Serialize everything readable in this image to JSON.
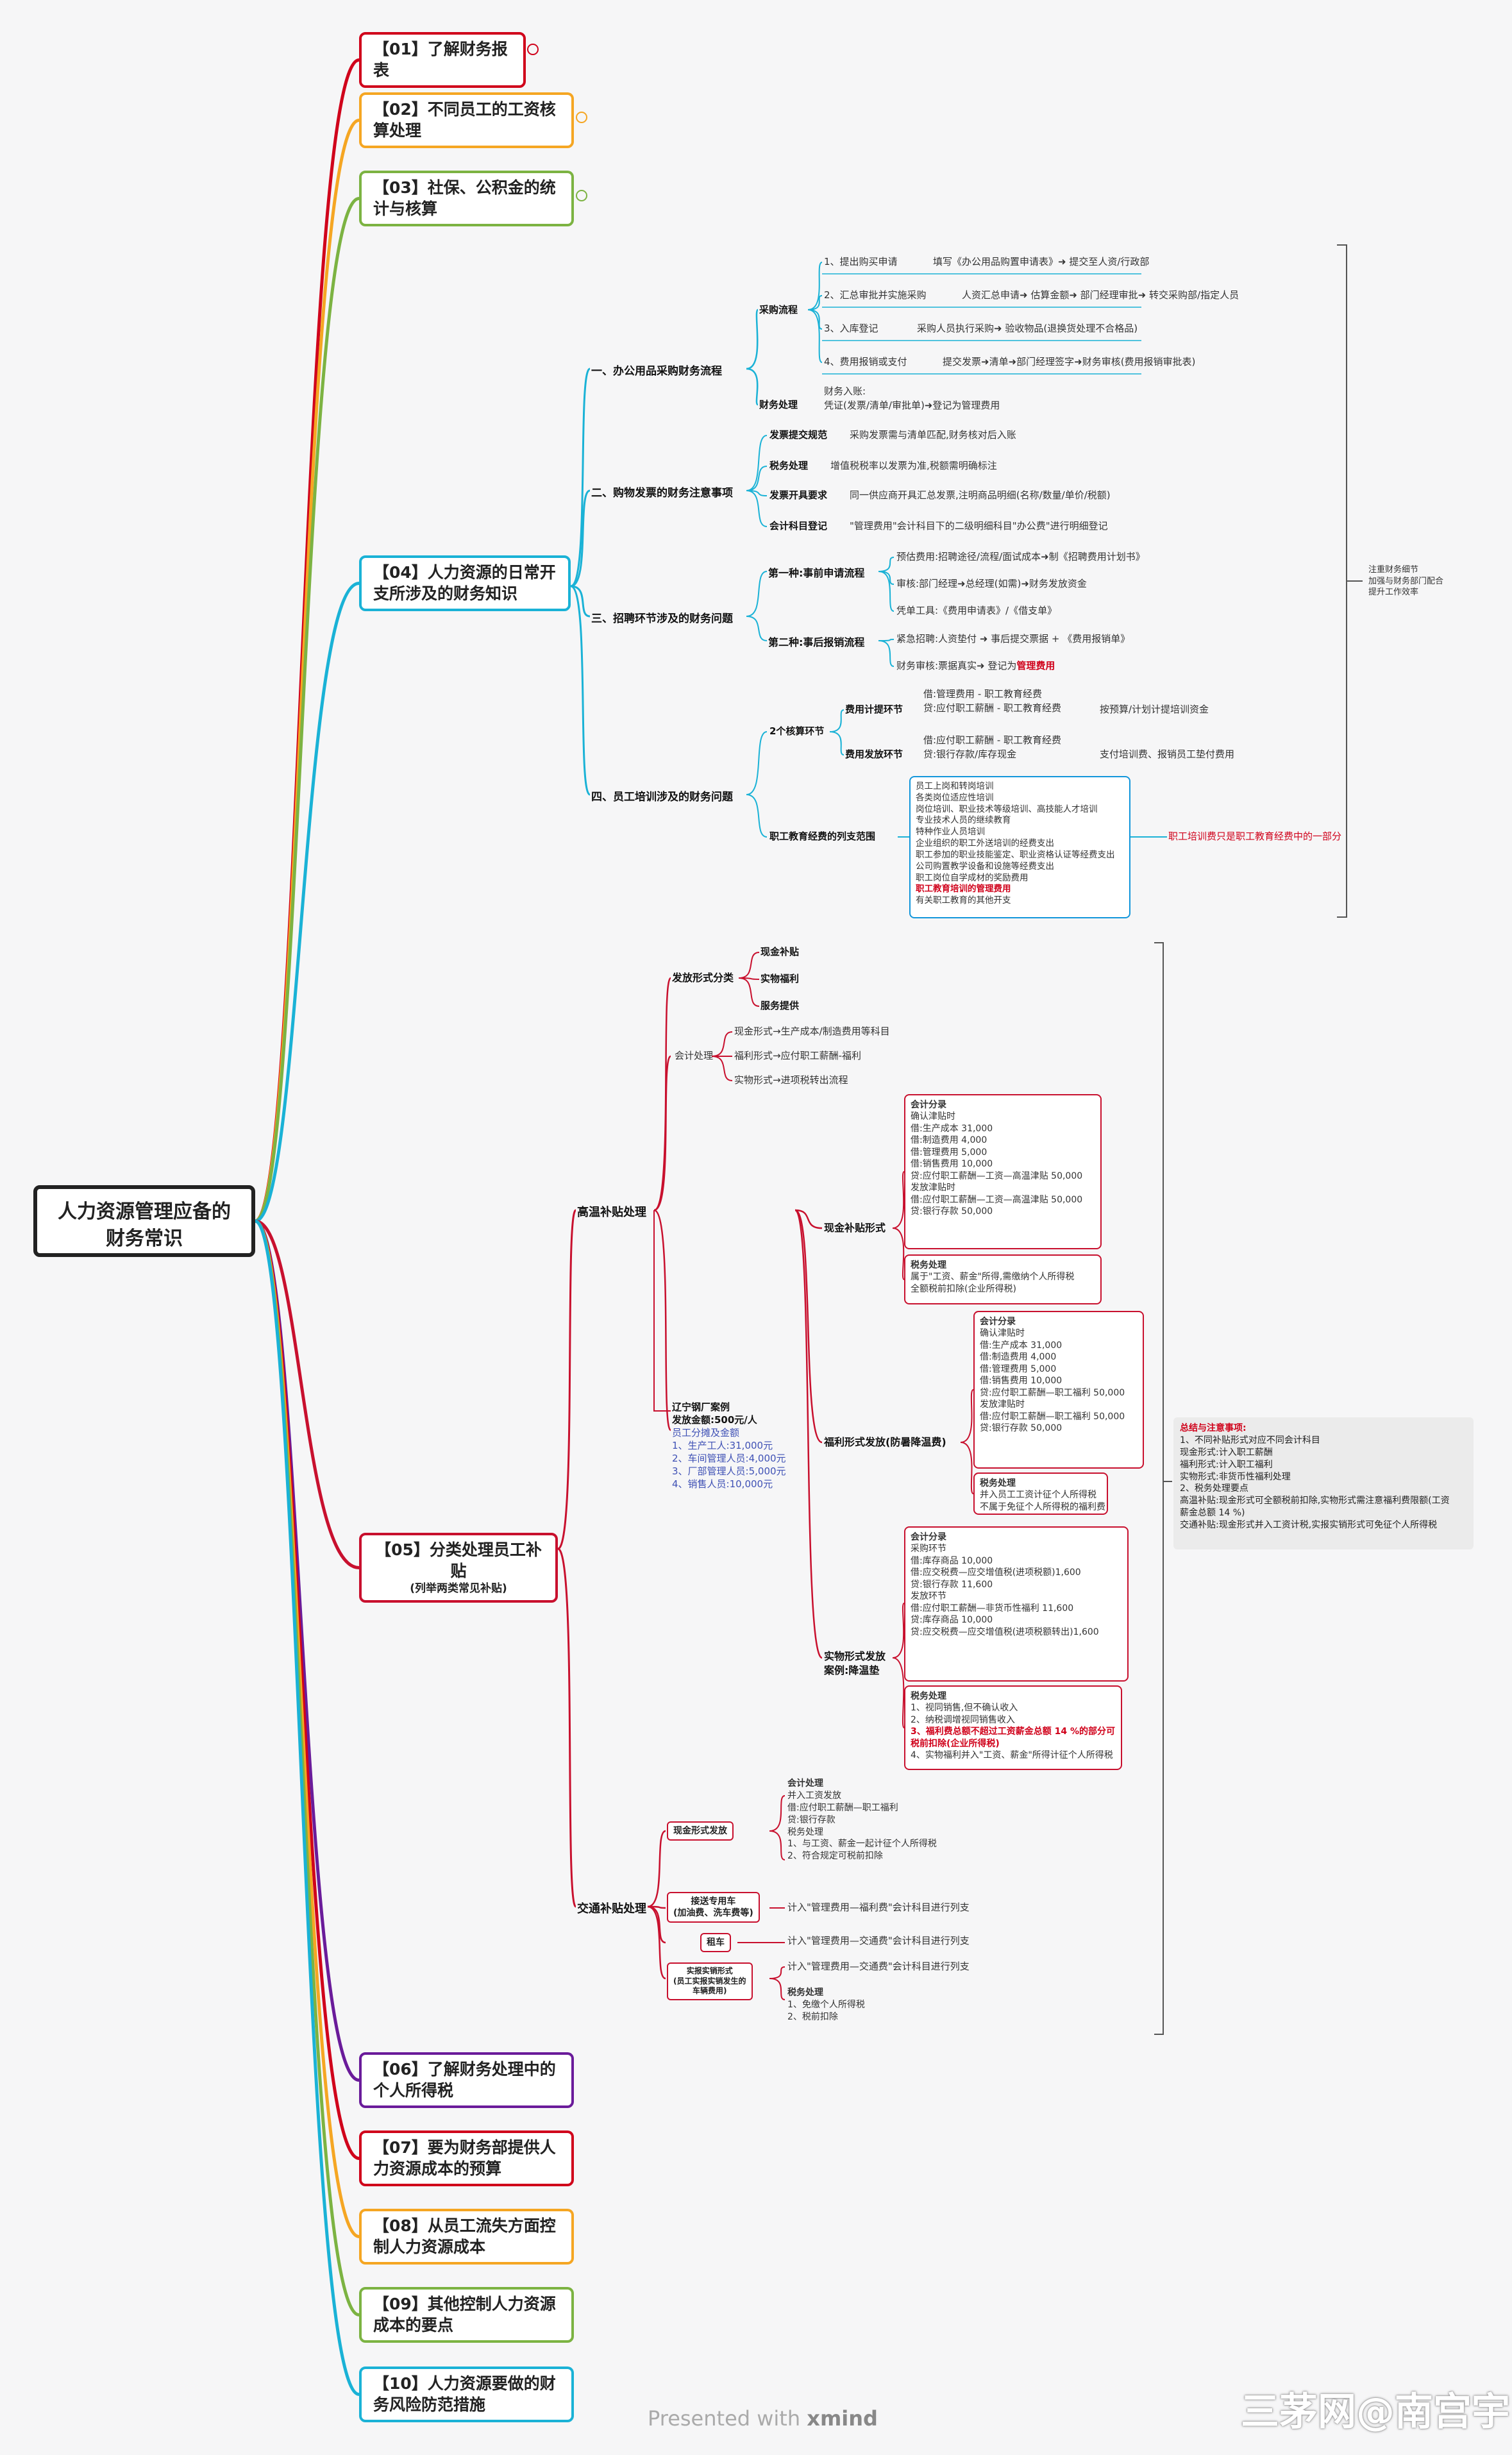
{
  "root": "人力资源管理应备的财务常识",
  "main": [
    {
      "label": "【01】了解财务报表",
      "color": "#d0021b"
    },
    {
      "label": "【02】不同员工的工资核算处理",
      "color": "#f5a623"
    },
    {
      "label": "【03】社保、公积金的统计与核算",
      "color": "#7cb342"
    },
    {
      "label": "【04】人力资源的日常开支所涉及的财务知识",
      "color": "#1ab2d6"
    },
    {
      "label": "【05】分类处理员工补贴",
      "sub": "(列举两类常见补贴)",
      "color": "#c8102e"
    },
    {
      "label": "【06】了解财务处理中的个人所得税",
      "color": "#6a1b9a"
    },
    {
      "label": "【07】要为财务部提供人力资源成本的预算",
      "color": "#d0021b"
    },
    {
      "label": "【08】从员工流失方面控制人力资源成本",
      "color": "#f5a623"
    },
    {
      "label": "【09】其他控制人力资源成本的要点",
      "color": "#7cb342"
    },
    {
      "label": "【10】人力资源要做的财务风险防范措施",
      "color": "#1ab2d6"
    }
  ],
  "b04": {
    "s1": "一、办公用品采购财务流程",
    "s1_purchase": "采购流程",
    "s1_finance": "财务处理",
    "s1_steps": [
      "1、提出购买申请",
      "2、汇总审批并实施采购",
      "3、入库登记",
      "4、费用报销或支付"
    ],
    "s1_details": [
      "填写《办公用品购置申请表》➜ 提交至人资/行政部",
      "人资汇总申请➜ 估算金额➜ 部门经理审批➜ 转交采购部/指定人员",
      "采购人员执行采购➜ 验收物品(退换货处理不合格品)",
      "提交发票➜清单➜部门经理签字➜财务审核(费用报销审批表)"
    ],
    "s1_fin_lines": [
      "财务入账:",
      "凭证(发票/清单/审批单)➜登记为管理费用"
    ],
    "s2": "二、购物发票的财务注意事项",
    "s2_items": [
      {
        "k": "发票提交规范",
        "v": "采购发票需与清单匹配,财务核对后入账"
      },
      {
        "k": "税务处理",
        "v": "增值税税率以发票为准,税额需明确标注"
      },
      {
        "k": "发票开具要求",
        "v": "同一供应商开具汇总发票,注明商品明细(名称/数量/单价/税额)"
      },
      {
        "k": "会计科目登记",
        "v": "\"管理费用\"会计科目下的二级明细科目\"办公费\"进行明细登记"
      }
    ],
    "s3": "三、招聘环节涉及的财务问题",
    "s3_first": "第一种:事前申请流程",
    "s3_first_items": [
      "预估费用:招聘途径/流程/面试成本➜制《招聘费用计划书》",
      "审核:部门经理➜总经理(如需)➜财务发放资金",
      "凭单工具:《费用申请表》/《借支单》"
    ],
    "s3_second": "第二种:事后报销流程",
    "s3_second_items": [
      "紧急招聘:人资垫付 ➜ 事后提交票据 + 《费用报销单》",
      "财务审核:票据真实➜ 登记为"
    ],
    "s3_red": "管理费用",
    "s4": "四、员工培训涉及的财务问题",
    "s4_two": "2个核算环节",
    "s4_accrue": "费用计提环节",
    "s4_accrue_lines": [
      "借:管理费用 - 职工教育经费",
      "贷:应付职工薪酬 - 职工教育经费"
    ],
    "s4_accrue_note": "按预算/计划计提培训资金",
    "s4_pay": "费用发放环节",
    "s4_pay_lines": [
      "借:应付职工薪酬 - 职工教育经费",
      "贷:银行存款/库存现金"
    ],
    "s4_pay_note": "支付培训费、报销员工垫付费用",
    "s4_scope_label": "职工教育经费的列支范围",
    "s4_scope": [
      "员工上岗和转岗培训",
      "各类岗位适应性培训",
      "岗位培训、职业技术等级培训、高技能人才培训",
      "专业技术人员的继续教育",
      "特种作业人员培训",
      "企业组织的职工外送培训的经费支出",
      "职工参加的职业技能鉴定、职业资格认证等经费支出",
      "公司购置教学设备和设施等经费支出",
      "职工岗位自学成材的奖励费用",
      "职工教育培训的管理费用",
      "有关职工教育的其他开支"
    ],
    "s4_scope_red_index": 9,
    "s4_scope_note": "职工培训费只是职工教育经费中的一部分",
    "side_note": [
      "注重财务细节",
      "加强与财务部门配合",
      "提升工作效率"
    ]
  },
  "b05": {
    "hi": "高温补贴处理",
    "form": "发放形式分类",
    "forms": [
      "现金补贴",
      "实物福利",
      "服务提供"
    ],
    "acct": "会计处理",
    "acct_items": [
      "现金形式→生产成本/制造费用等科目",
      "福利形式→应付职工薪酬-福利",
      "实物形式→进项税转出流程"
    ],
    "case_lines": [
      "辽宁钢厂案例",
      "发放金额:500元/人",
      "员工分摊及金额"
    ],
    "case_items": [
      "1、生产工人:31,000元",
      "2、车间管理人员:4,000元",
      "3、厂部管理人员:5,000元",
      "4、销售人员:10,000元"
    ],
    "cash": "现金补贴形式",
    "welfare": "福利形式发放(防暑降温费)",
    "inkind": "实物形式发放\n案例:降温垫",
    "cash_acct": [
      "会计分录",
      "确认津贴时",
      "借:生产成本 31,000",
      "借:制造费用 4,000",
      "借:管理费用 5,000",
      "借:销售费用 10,000",
      "贷:应付职工薪酬—工资—高温津贴 50,000",
      "发放津贴时",
      "借:应付职工薪酬—工资—高温津贴 50,000",
      "贷:银行存款 50,000"
    ],
    "cash_tax": [
      "税务处理",
      "属于\"工资、薪金\"所得,需缴纳个人所得税",
      "全额税前扣除(企业所得税)"
    ],
    "wel_acct": [
      "会计分录",
      "确认津贴时",
      "借:生产成本 31,000",
      "借:制造费用 4,000",
      "借:管理费用 5,000",
      "借:销售费用 10,000",
      "贷:应付职工薪酬—职工福利 50,000",
      "发放津贴时",
      "借:应付职工薪酬—职工福利 50,000",
      "贷:银行存款 50,000"
    ],
    "wel_tax": [
      "税务处理",
      "并入员工工资计征个人所得税",
      "不属于免征个人所得税的福利费"
    ],
    "kind_acct": [
      "会计分录",
      "采购环节",
      "借:库存商品 10,000",
      "借:应交税费—应交增值税(进项税额)1,600",
      "贷:银行存款 11,600",
      "发放环节",
      "借:应付职工薪酬—非货币性福利 11,600",
      "贷:库存商品 10,000",
      "贷:应交税费—应交增值税(进项税额转出)1,600"
    ],
    "kind_tax": [
      "税务处理",
      "1、视同销售,但不确认收入",
      "2、纳税调增视同销售收入",
      "3、福利费总额不超过工资薪金总额 14 %的部分可税前扣除(企业所得税)",
      "4、实物福利并入\"工资、薪金\"所得计征个人所得税"
    ],
    "summary": [
      "总结与注意事项:",
      "1、不同补贴形式对应不同会计科目",
      "现金形式:计入职工薪酬",
      "福利形式:计入职工福利",
      "实物形式:非货币性福利处理",
      "",
      "2、税务处理要点",
      "高温补贴:现金形式可全额税前扣除,实物形式需注意福利费限额(工资",
      "薪金总额 14 %)",
      "交通补贴:现金形式并入工资计税,实报实销形式可免征个人所得税"
    ],
    "trans": "交通补贴处理",
    "t_cash": "现金形式发放",
    "t_cash_lines": [
      "会计处理",
      "并入工资发放",
      "借:应付职工薪酬—职工福利",
      "贷:银行存款",
      "",
      "税务处理",
      "1、与工资、薪金一起计征个人所得税",
      "2、符合规定可税前扣除"
    ],
    "t_shuttle": "接送专用车\n(加油费、洗车费等)",
    "t_shuttle_note": "计入\"管理费用—福利费\"会计科目进行列支",
    "t_rent": "租车",
    "t_rent_note": "计入\"管理费用—交通费\"会计科目进行列支",
    "t_reimb": "实报实销形式\n(员工实报实销发生的\n车辆费用)",
    "t_reimb_note": "计入\"管理费用—交通费\"会计科目进行列支",
    "t_reimb_tax": [
      "税务处理",
      "1、免缴个人所得税",
      "2、税前扣除"
    ]
  },
  "footer_a": "Presented with ",
  "footer_b": "xmind",
  "watermark": "三茅网@南宫宇"
}
